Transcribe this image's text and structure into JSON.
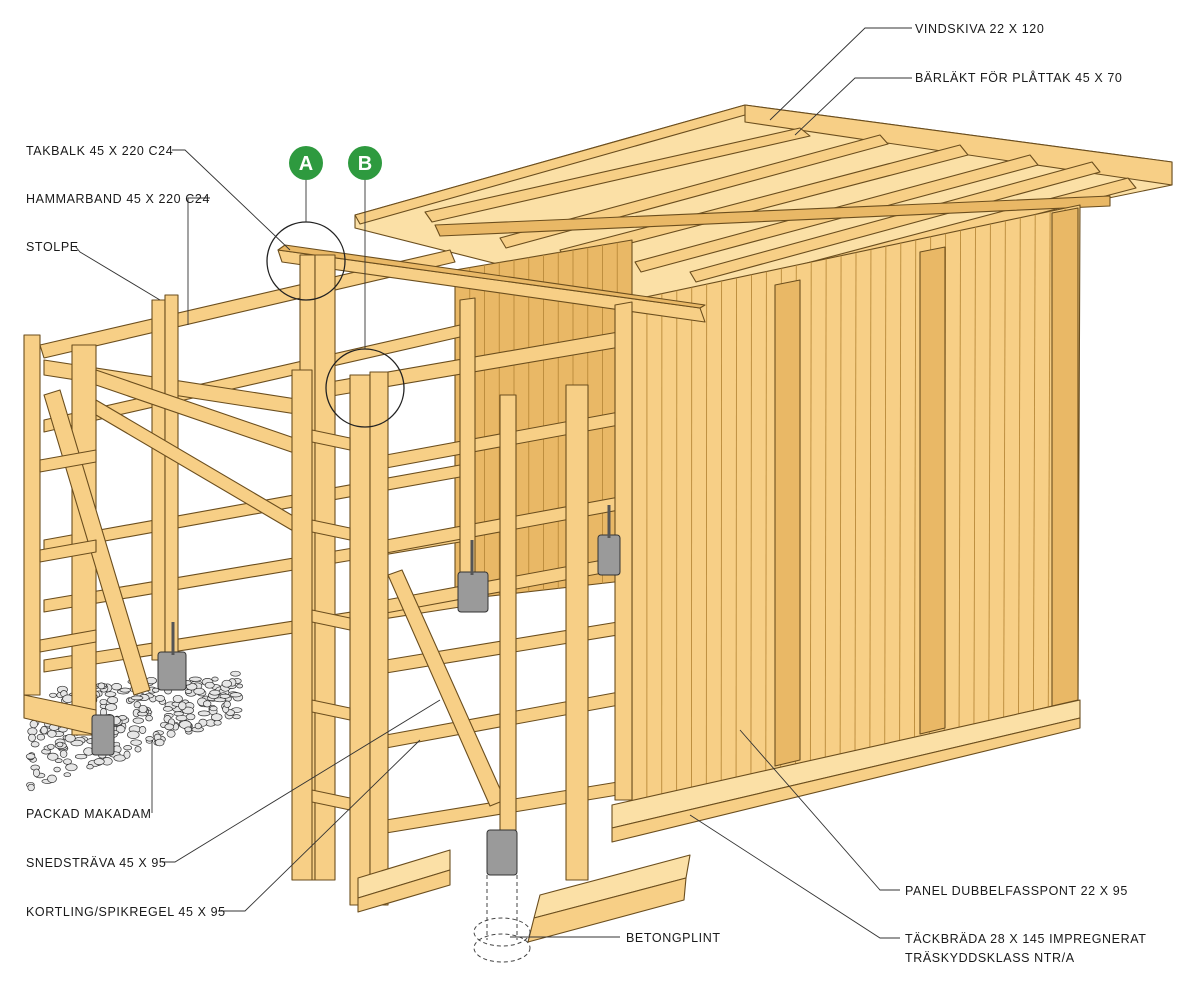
{
  "diagram": {
    "badges": {
      "a": "A",
      "b": "B",
      "color": "#2e9a3f"
    },
    "labels": {
      "vindskiva": "VINDSKIVA 22 X 120",
      "barlakt": "BÄRLÄKT FÖR PLÅTTAK 45 X 70",
      "takbalk": "TAKBALK 45 X 220 C24",
      "hammarband": "HAMMARBAND 45 X 220 C24",
      "stolpe": "STOLPE",
      "packad": "PACKAD MAKADAM",
      "snedstrava": "SNEDSTRÄVA 45 X 95",
      "kortling": "KORTLING/SPIKREGEL 45 X 95",
      "betongplint": "BETONGPLINT",
      "panel": "PANEL DUBBELFASSPONT 22 X 95",
      "tackbrada_1": "TÄCKBRÄDA 28 X 145 IMPREGNERAT",
      "tackbrada_2": "TRÄSKYDDSKLASS NTR/A"
    },
    "colors": {
      "wood": "#f7cf86",
      "wood_dark": "#e9b866",
      "concrete": "#9a9a9a",
      "outline": "#6b4e1e"
    }
  }
}
